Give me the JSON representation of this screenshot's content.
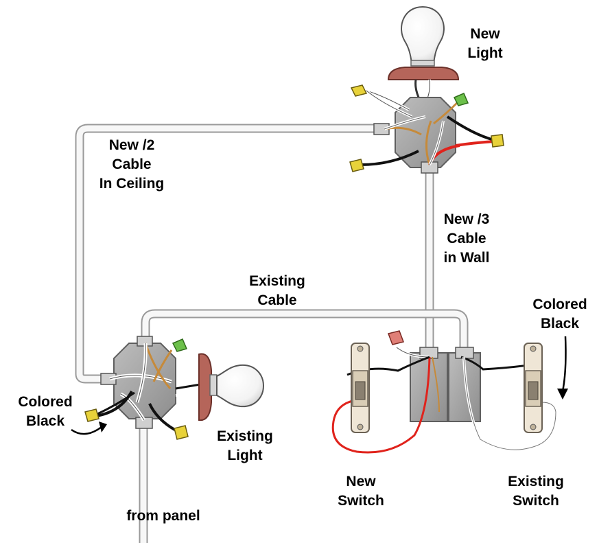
{
  "labels": {
    "new_light": [
      "New",
      "Light"
    ],
    "new_cable_ceiling": [
      "New /2",
      "Cable",
      "In Ceiling"
    ],
    "new_cable_wall": [
      "New /3",
      "Cable",
      "in Wall"
    ],
    "existing_cable": [
      "Existing",
      "Cable"
    ],
    "colored_black_right": [
      "Colored",
      "Black"
    ],
    "colored_black_left": [
      "Colored",
      "Black"
    ],
    "existing_light": [
      "Existing",
      "Light"
    ],
    "new_switch": [
      "New",
      "Switch"
    ],
    "existing_switch": [
      "Existing",
      "Switch"
    ],
    "from_panel": "from panel"
  },
  "colors": {
    "cable_outline": "#9a9a9a",
    "cable_fill": "#f7f7f7",
    "box_fill": "#a8a8a8",
    "box_edge": "#5e5e5e",
    "fixture_canopy": "#b5655a",
    "bulb_glass": "#ffffff",
    "wire_hot": "#111111",
    "wire_neutral": "#ffffff",
    "wire_traveler_red": "#e0231c",
    "wire_ground": "#c68a3a",
    "wire_nut_yellow": "#e8d23a",
    "wire_nut_green": "#6cc04a",
    "wire_nut_red": "#e07f77"
  }
}
